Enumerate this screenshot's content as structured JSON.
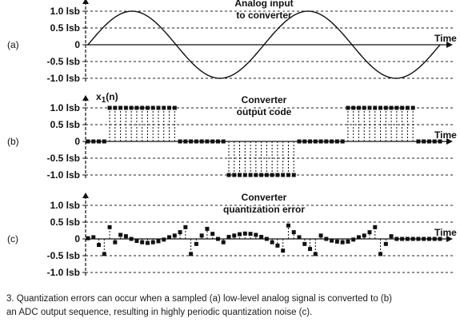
{
  "chart_data": [
    {
      "id": "a",
      "type": "line",
      "panel_label": "(a)",
      "annotation": [
        "Analog input",
        "to converter"
      ],
      "xlabel": "Time",
      "y_ticks": [
        "1.0 lsb",
        "0.5 lsb",
        "0",
        "-0.5 lsb",
        "-1.0 lsb"
      ],
      "ylim": [
        -1.0,
        1.0
      ],
      "grid": true,
      "series": [
        {
          "kind": "sine",
          "amplitude": 1.0,
          "cycles": 2.0,
          "phase_deg": 0
        }
      ]
    },
    {
      "id": "b",
      "type": "stem",
      "panel_label": "(b)",
      "annotation": [
        "Converter",
        "output code"
      ],
      "series_label": "x1(n)",
      "xlabel": "Time",
      "y_ticks": [
        "1.0 lsb",
        "0.5 lsb",
        "0",
        "-0.5 lsb",
        "-1.0 lsb"
      ],
      "ylim": [
        -1.0,
        1.0
      ],
      "grid": true,
      "values": [
        0,
        0,
        0,
        0,
        1,
        1,
        1,
        1,
        1,
        1,
        1,
        1,
        1,
        1,
        1,
        1,
        1,
        0,
        0,
        0,
        0,
        0,
        0,
        0,
        0,
        0,
        -1,
        -1,
        -1,
        -1,
        -1,
        -1,
        -1,
        -1,
        -1,
        -1,
        -1,
        -1,
        -1,
        0,
        0,
        0,
        0,
        0,
        0,
        0,
        0,
        0,
        1,
        1,
        1,
        1,
        1,
        1,
        1,
        1,
        1,
        1,
        1,
        1,
        1,
        0,
        0,
        0,
        0,
        0
      ]
    },
    {
      "id": "c",
      "type": "stem",
      "panel_label": "(c)",
      "annotation": [
        "Converter",
        "quantization error"
      ],
      "xlabel": "Time",
      "y_ticks": [
        "1.0 lsb",
        "0.5 lsb",
        "0",
        "-0.5 lsb",
        "-1.0 lsb"
      ],
      "ylim": [
        -1.0,
        1.0
      ],
      "grid": true,
      "values": [
        0.02,
        0.05,
        -0.18,
        -0.45,
        0.35,
        -0.1,
        0.12,
        0.08,
        0.0,
        -0.06,
        -0.1,
        -0.12,
        -0.1,
        -0.07,
        -0.02,
        0.05,
        0.1,
        0.2,
        0.35,
        -0.45,
        -0.15,
        0.1,
        0.3,
        0.15,
        0.0,
        -0.1,
        0.06,
        0.1,
        0.14,
        0.16,
        0.15,
        0.12,
        0.06,
        0.0,
        -0.1,
        -0.2,
        -0.35,
        0.4,
        0.2,
        0.05,
        -0.15,
        -0.3,
        -0.45,
        0.1,
        0.0,
        -0.05,
        -0.08,
        -0.1,
        -0.08,
        -0.02,
        0.05,
        0.1,
        0.2,
        0.35,
        -0.45,
        -0.15,
        0.08,
        0.0,
        0.0,
        0.0,
        0.0,
        0.0,
        0.0,
        0.0,
        0.0,
        0.0
      ]
    }
  ],
  "caption": {
    "line1": "3. Quantization errors can occur when a sampled (a) low-level analog signal is converted to (b)",
    "line2": "an ADC output sequence, resulting in highly periodic quantization noise (c)."
  }
}
